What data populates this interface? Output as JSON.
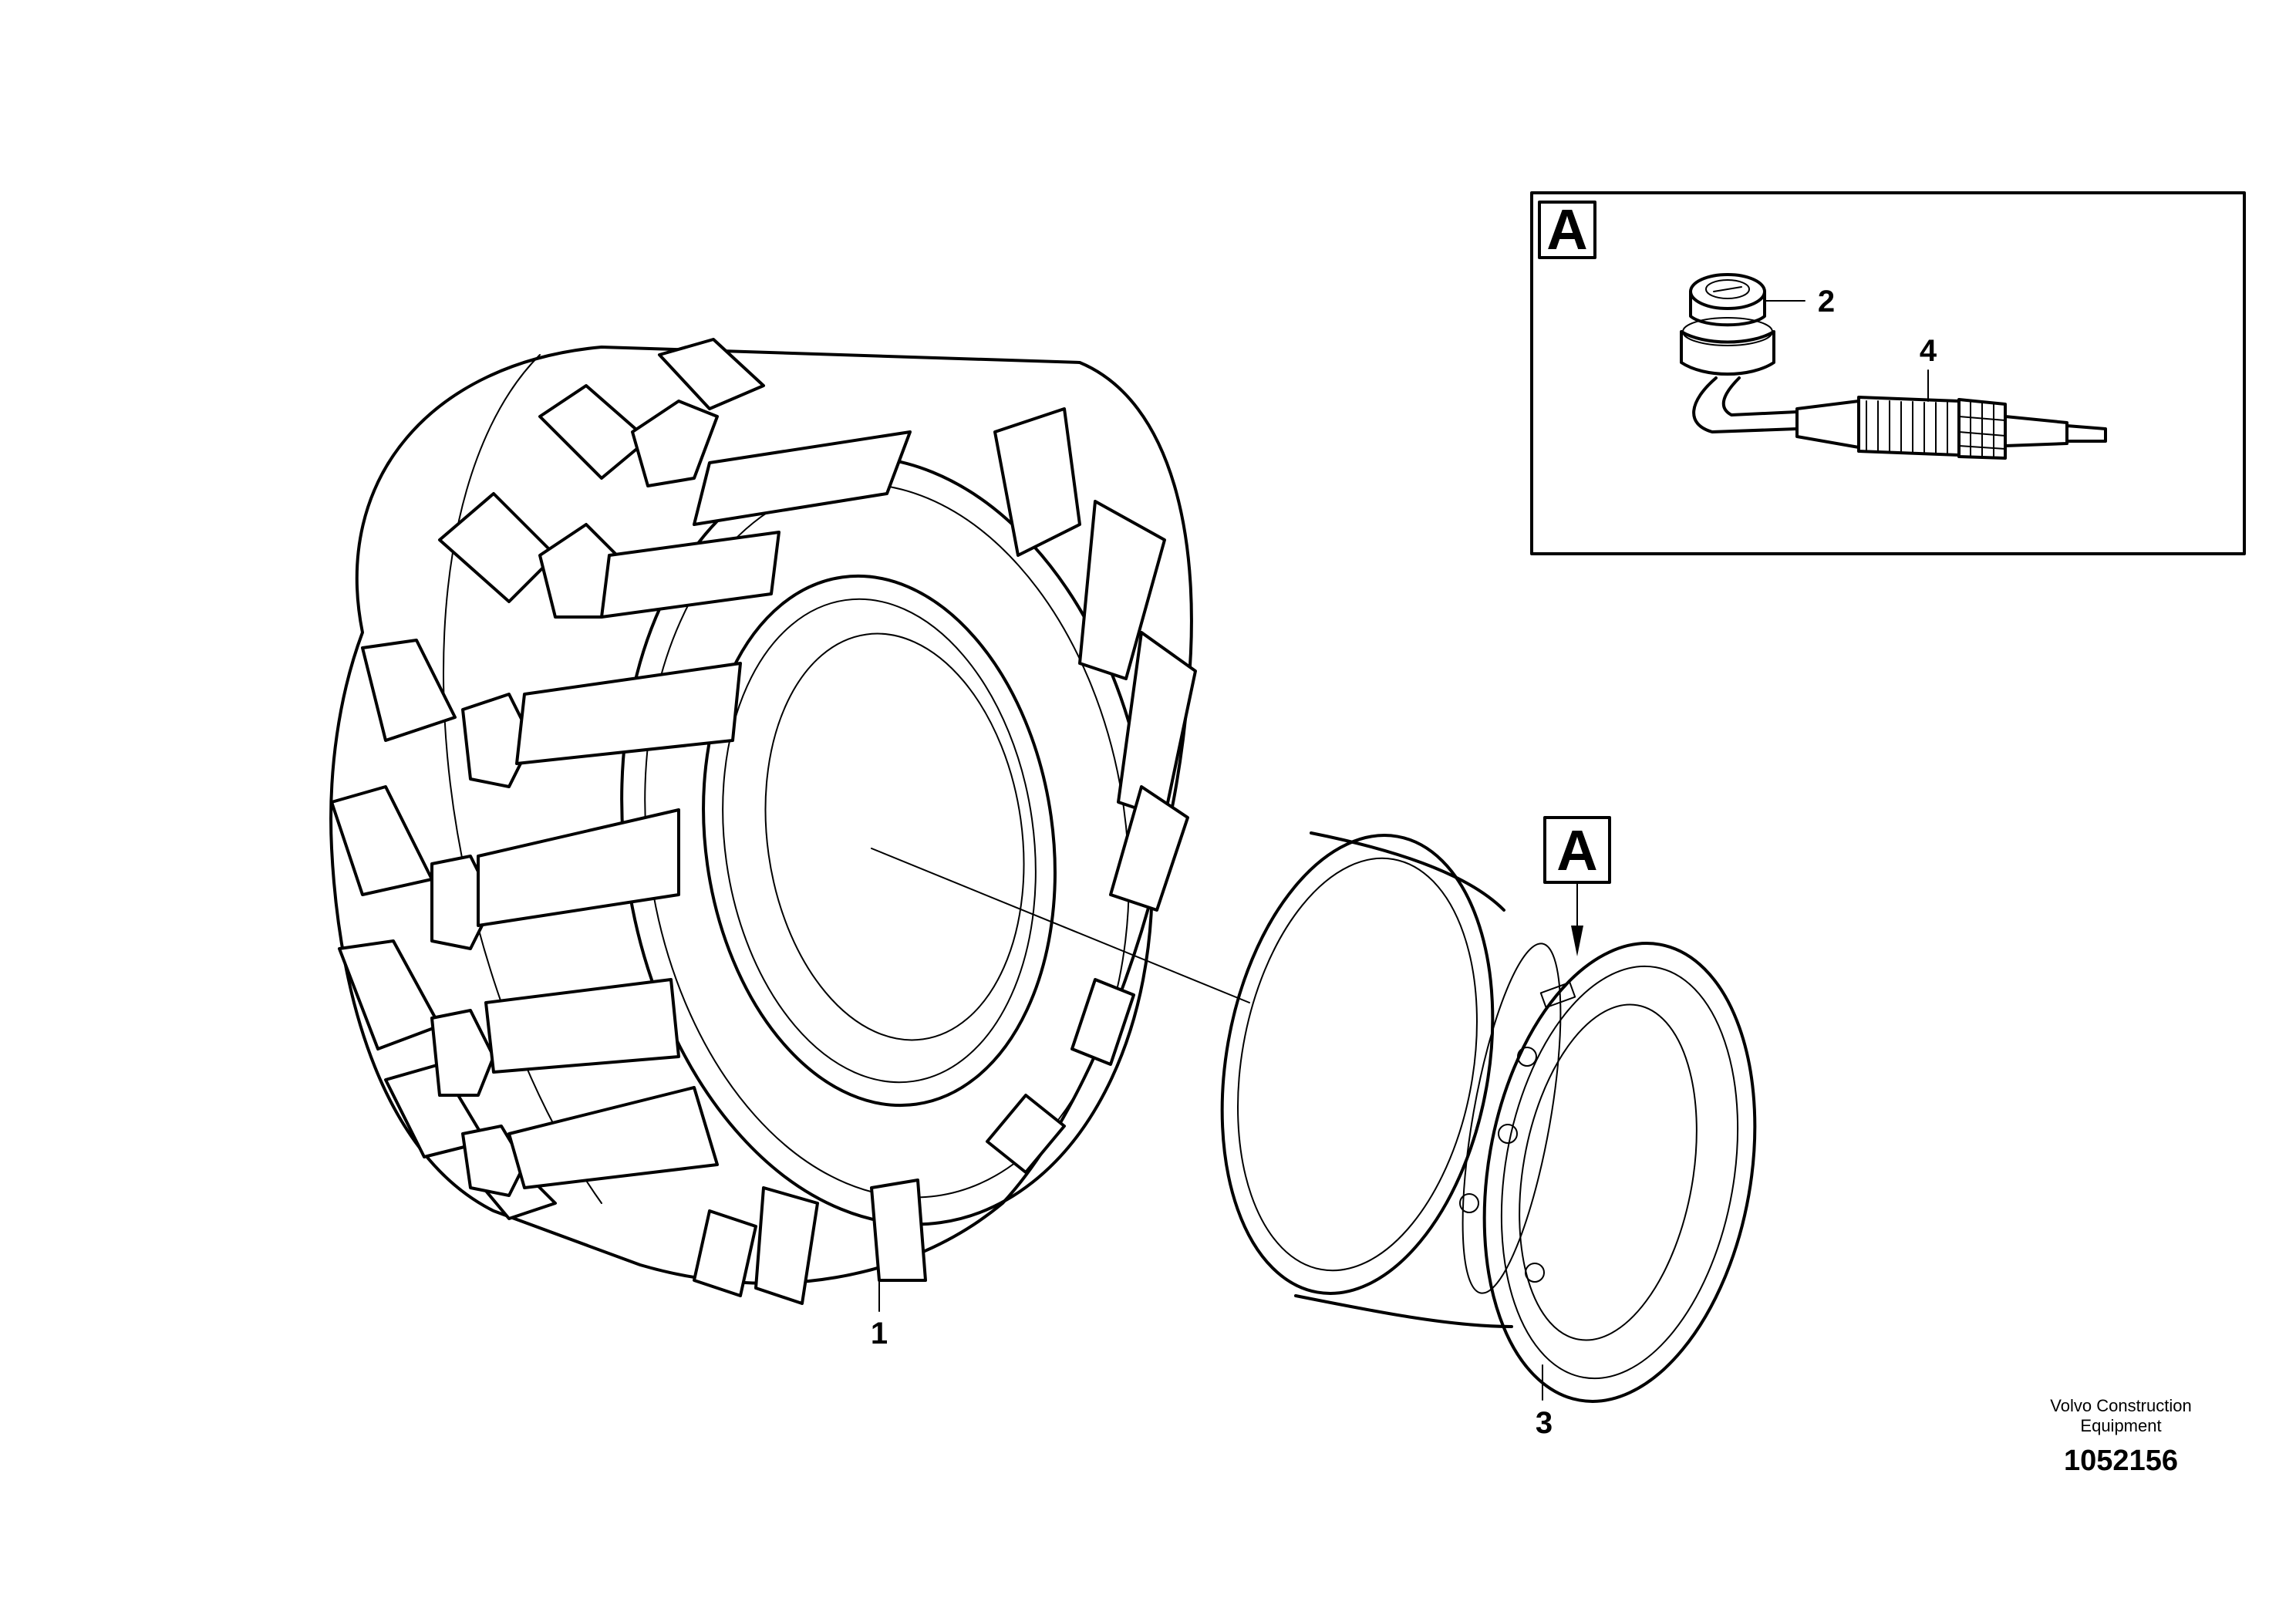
{
  "callouts": {
    "tire": "1",
    "valve_cap": "2",
    "rim": "3",
    "valve_stem": "4"
  },
  "detail_view": {
    "label": "A",
    "marker_label": "A"
  },
  "footer": {
    "brand_line1": "Volvo Construction",
    "brand_line2": "Equipment",
    "drawing_number": "1052156"
  },
  "icons": [
    "tire-drawing",
    "wheel-rim-drawing",
    "valve-cap-drawing",
    "valve-stem-drawing",
    "arrow-down-icon"
  ]
}
